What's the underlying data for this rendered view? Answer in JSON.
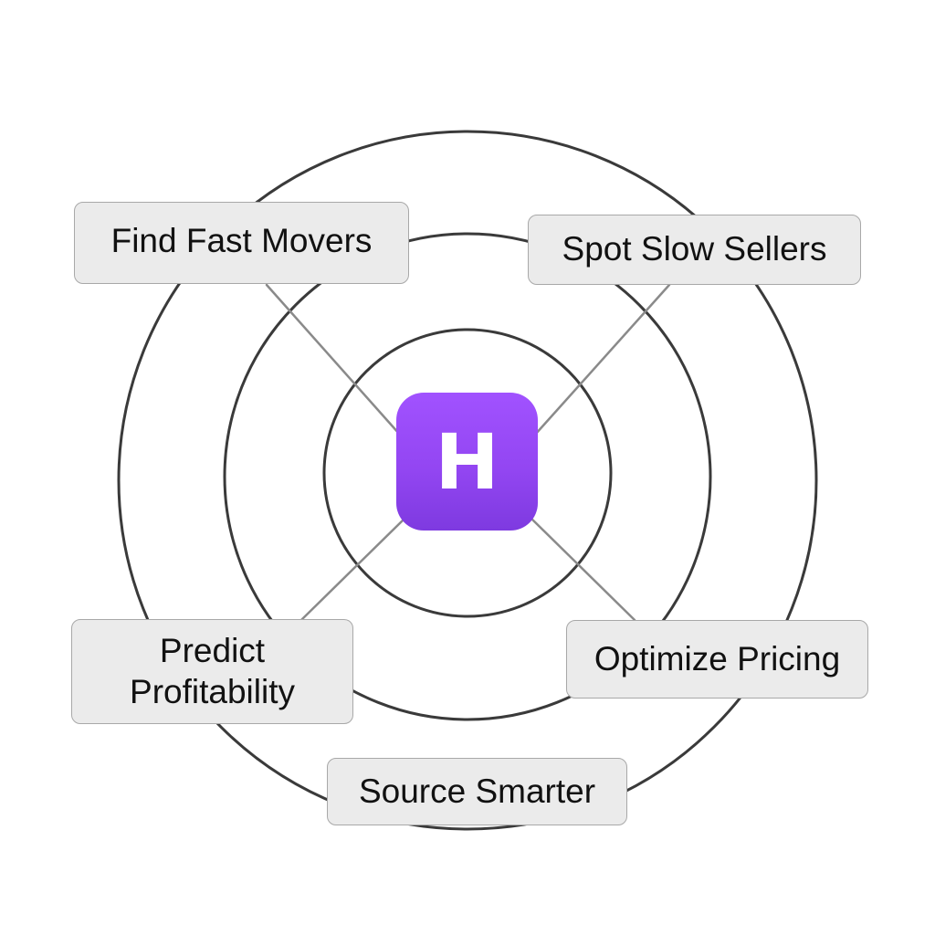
{
  "hub": {
    "letter": "H",
    "color": "#9346f2"
  },
  "features": {
    "top_left": "Find Fast Movers",
    "top_right": "Spot Slow Sellers",
    "bottom_left_line1": "Predict",
    "bottom_left_line2": "Profitability",
    "bottom_right": "Optimize Pricing",
    "bottom": "Source Smarter"
  }
}
